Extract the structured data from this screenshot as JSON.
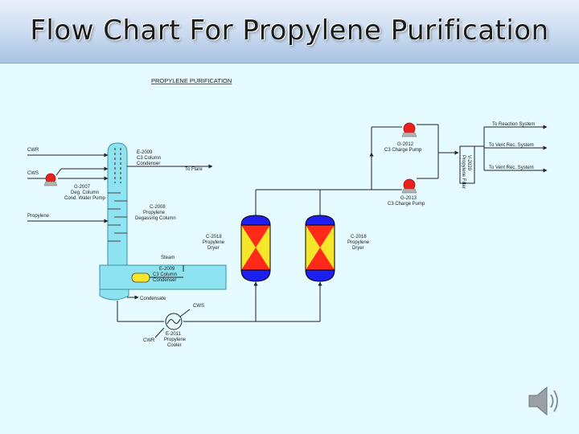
{
  "title": "Flow Chart For Propylene Purification",
  "diagram": {
    "heading": "PROPYLENE PURIFICATION",
    "streams": {
      "cwr_in": "CWR",
      "cws_in": "CWS",
      "propylene_feed": "Propylene",
      "to_flare": "To Flare",
      "steam": "Steam",
      "condensate": "Condensate",
      "cws_cooler": "CWS",
      "cwr_cooler": "CWR",
      "to_reaction": "To Reaction System",
      "to_vent_1": "To Vent Rec. System",
      "to_vent_2": "To Vent Rec. System"
    },
    "equipment": {
      "e2009_top": {
        "tag": "E-2009",
        "desc1": "C3 Column",
        "desc2": "Condenser"
      },
      "g2007": {
        "tag": "G-2007",
        "desc1": "Deg. Column",
        "desc2": "Cond. Water Pump"
      },
      "c2008": {
        "tag": "C-2008",
        "desc1": "Propylene",
        "desc2": "Degassing Column"
      },
      "e2009_bottom": {
        "tag": "E-2009",
        "desc1": "C3 Column",
        "desc2": "Condenser"
      },
      "e2011": {
        "tag": "E-2011",
        "desc1": "Propylene",
        "desc2": "Cooler"
      },
      "c2018_left": {
        "tag": "C-2018",
        "desc1": "Propylene",
        "desc2": "Dryer"
      },
      "c2018_right": {
        "tag": "C-2018",
        "desc1": "Propylene",
        "desc2": "Dryer"
      },
      "g2012": {
        "tag": "G-2012",
        "desc1": "C3 Charge Pump"
      },
      "g2013": {
        "tag": "G-2013",
        "desc1": "C3 Charge Pump"
      },
      "filter": {
        "tag": "V-2020",
        "desc1": "Propylene Filter"
      }
    }
  },
  "colors": {
    "column_fill": "#8de3ef",
    "column_stroke": "#3a8fa8",
    "dryer_blue": "#1d1ff0",
    "dryer_red": "#ff2a1a",
    "dryer_yellow": "#f6e629",
    "pump_red": "#e8211a"
  }
}
